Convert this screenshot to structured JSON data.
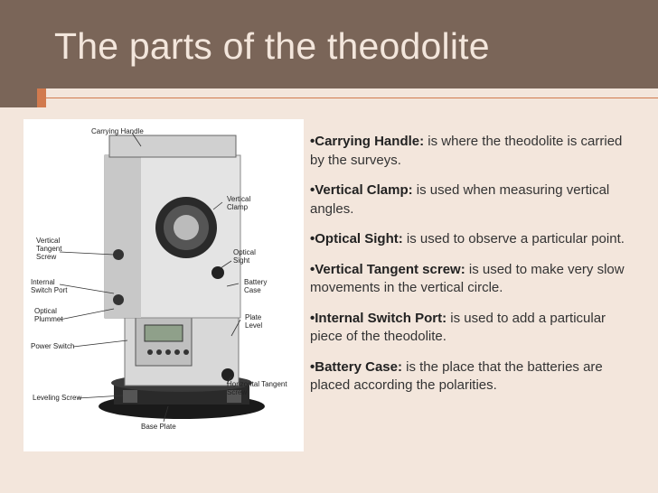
{
  "slide": {
    "title": "The parts of the theodolite",
    "colors": {
      "background": "#7a6558",
      "accent": "#d17a4e",
      "content_bg": "#f3e6dc",
      "title": "#f3e6dc"
    }
  },
  "figure": {
    "labels": {
      "carrying_handle": "Carrying Handle",
      "vertical_clamp": "Vertical Clamp",
      "vertical_tangent_screw": "Vertical Tangent Screw",
      "internal_switch_port": "Internal Switch Port",
      "optical_plummet": "Optical Plummet",
      "power_switch": "Power Switch",
      "leveling_screw": "Leveling Screw",
      "base_plate": "Base Plate",
      "optical_sight": "Optical Sight",
      "battery_case": "Battery Case",
      "plate_level": "Plate Level",
      "horizontal_tangent_screw": "Horizontal Tangent Screw"
    }
  },
  "bullets": [
    {
      "term": "•Carrying Handle:",
      "desc": " is where the theodolite is carried by the surveys."
    },
    {
      "term": "•Vertical Clamp:",
      "desc": " is used when measuring vertical angles."
    },
    {
      "term": "•Optical Sight:",
      "desc": " is used to observe a particular point."
    },
    {
      "term": "•Vertical Tangent screw:",
      "desc": " is used to make very slow movements in the vertical circle."
    },
    {
      "term": "•Internal Switch Port:",
      "desc": " is used to add a particular piece of the theodolite."
    },
    {
      "term": "•Battery Case:",
      "desc": " is the place that the batteries are placed according the polarities."
    }
  ]
}
